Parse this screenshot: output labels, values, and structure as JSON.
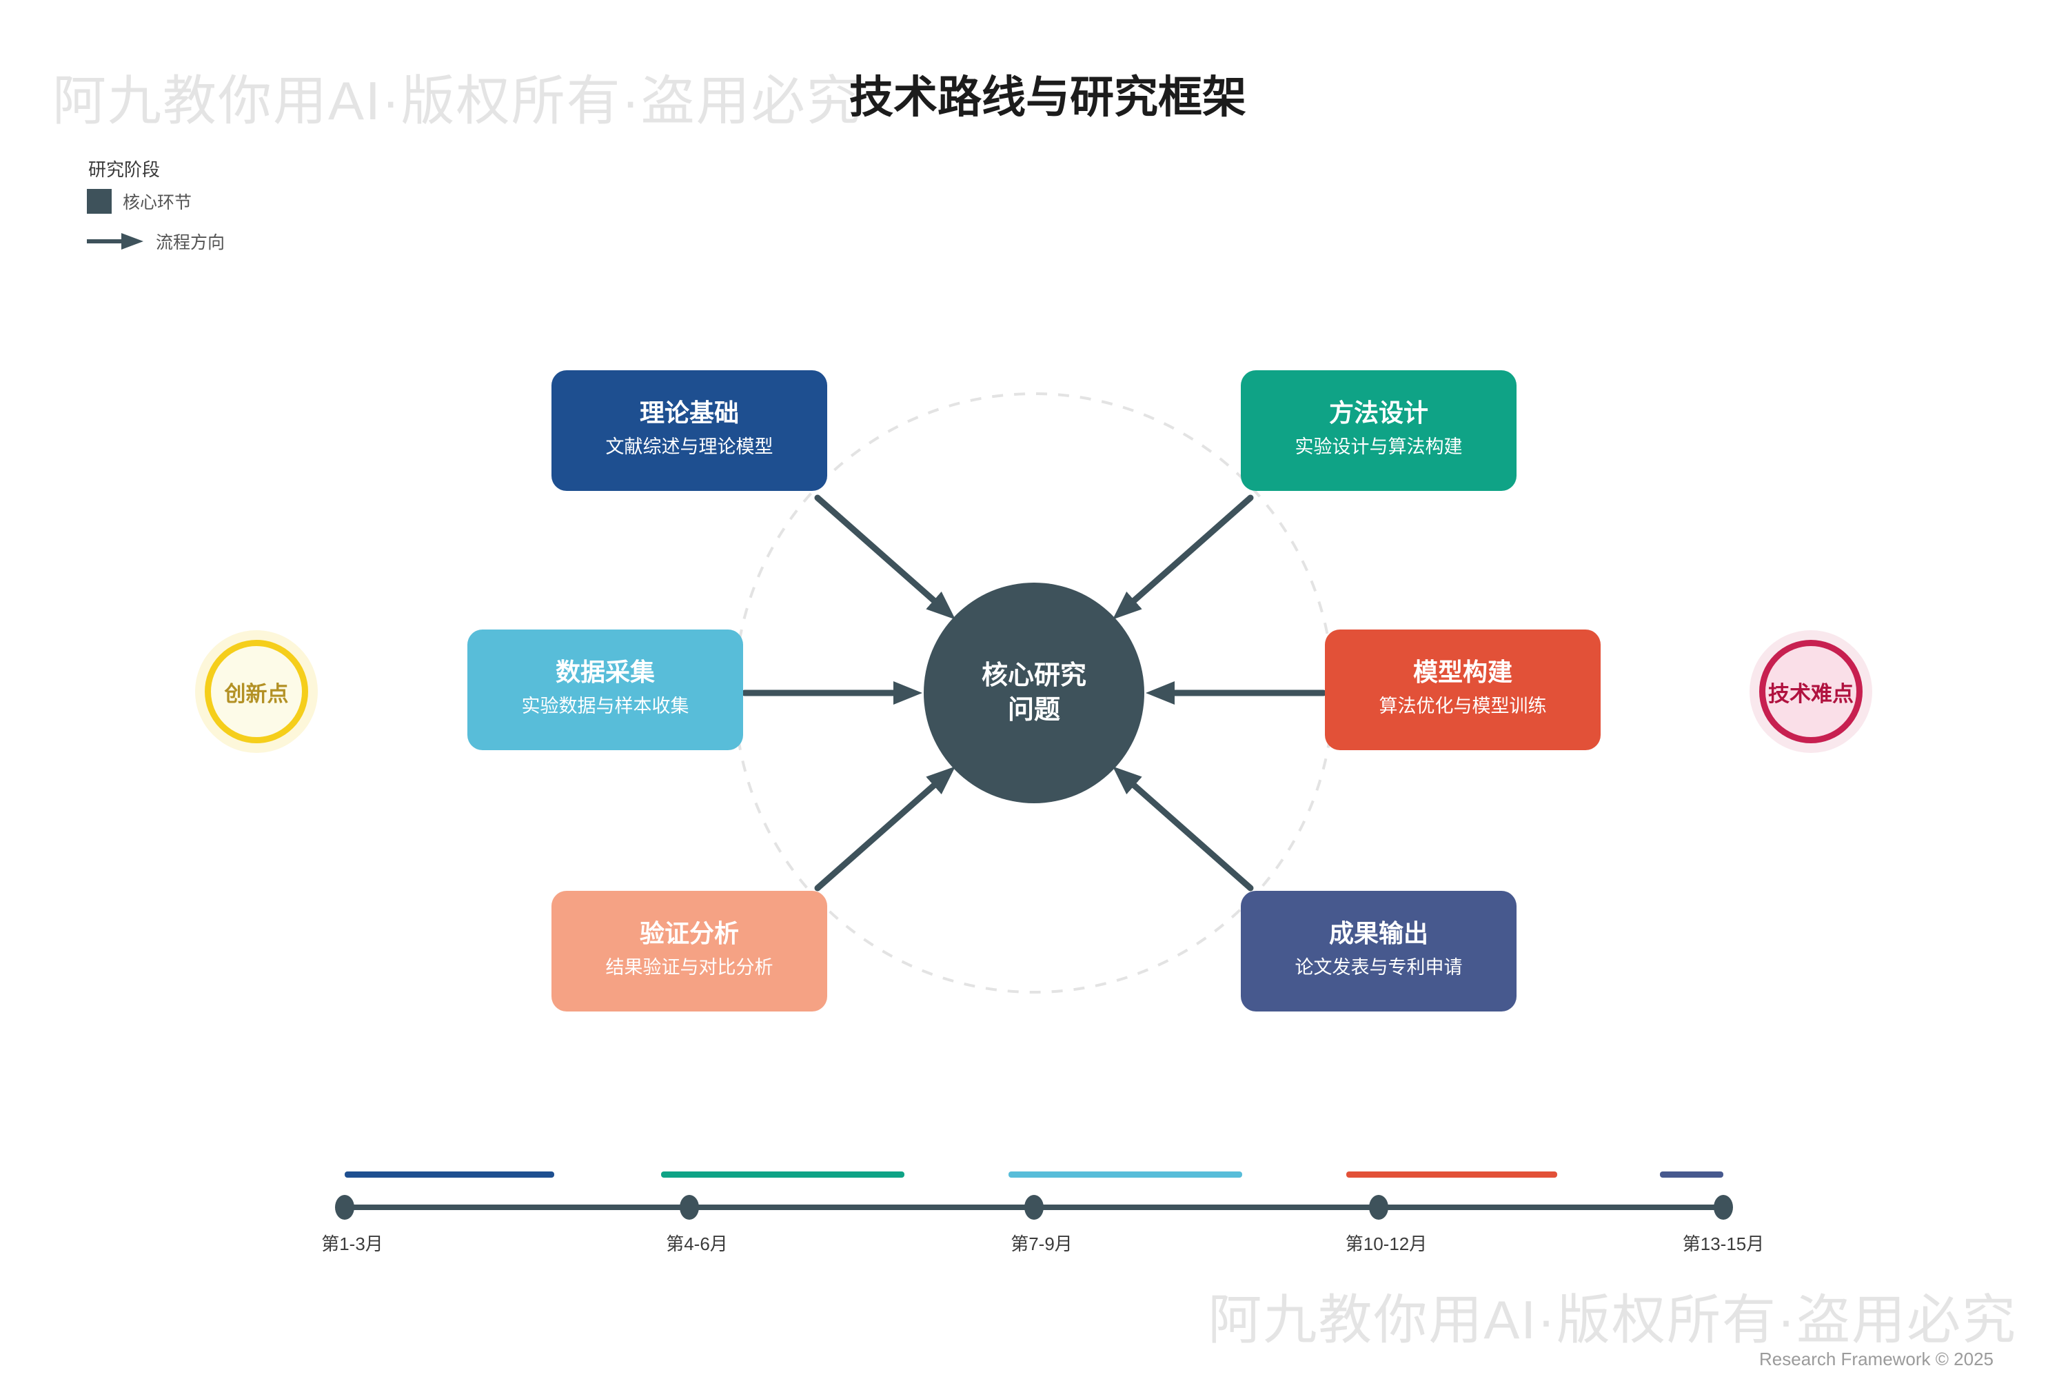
{
  "title": "技术路线与研究框架",
  "watermarks": {
    "top": "阿九教你用AI·版权所有·盗用必究",
    "bottom": "阿九教你用AI·版权所有·盗用必究"
  },
  "footer": {
    "credit": "Research Framework © 2025"
  },
  "legend": {
    "title": "研究阶段",
    "items": [
      {
        "label": "核心环节",
        "type": "square-swatch",
        "color": "#3e525b"
      },
      {
        "label": "流程方向",
        "type": "arrow",
        "color": "#3e525b"
      }
    ]
  },
  "palette": {
    "slate": "#3e525b",
    "dashed_orbit": "#e3e3e3",
    "watermark_gray": "#e4e4e4",
    "title_ink": "#1c1c1c"
  },
  "center": {
    "lines": [
      "核心研究",
      "问题"
    ],
    "color": "#3e525b"
  },
  "nodes": [
    {
      "id": "theory",
      "title": "理论基础",
      "subtitle": "文献综述与理论模型",
      "color": "#1e4f90",
      "position": "top-left"
    },
    {
      "id": "method",
      "title": "方法设计",
      "subtitle": "实验设计与算法构建",
      "color": "#0fa386",
      "position": "top-right"
    },
    {
      "id": "data",
      "title": "数据采集",
      "subtitle": "实验数据与样本收集",
      "color": "#58bdd9",
      "position": "mid-left"
    },
    {
      "id": "model",
      "title": "模型构建",
      "subtitle": "算法优化与模型训练",
      "color": "#e25138",
      "position": "mid-right"
    },
    {
      "id": "validate",
      "title": "验证分析",
      "subtitle": "结果验证与对比分析",
      "color": "#f5a284",
      "position": "bottom-left"
    },
    {
      "id": "output",
      "title": "成果输出",
      "subtitle": "论文发表与专利申请",
      "color": "#47598e",
      "position": "bottom-right"
    }
  ],
  "badges": [
    {
      "label": "创新点",
      "side": "left",
      "border": "#f5ce1b",
      "fill": "#fdfbe8",
      "text_color": "#b39125"
    },
    {
      "label": "技术难点",
      "side": "right",
      "border": "#c72050",
      "fill": "#fadfe8",
      "text_color": "#b0123f"
    }
  ],
  "timeline": {
    "labels": [
      "第1-3月",
      "第4-6月",
      "第7-9月",
      "第10-12月",
      "第13-15月"
    ],
    "segment_colors": [
      "#1e4f90",
      "#0fa386",
      "#58bdd9",
      "#e25138",
      "#47598e"
    ]
  }
}
